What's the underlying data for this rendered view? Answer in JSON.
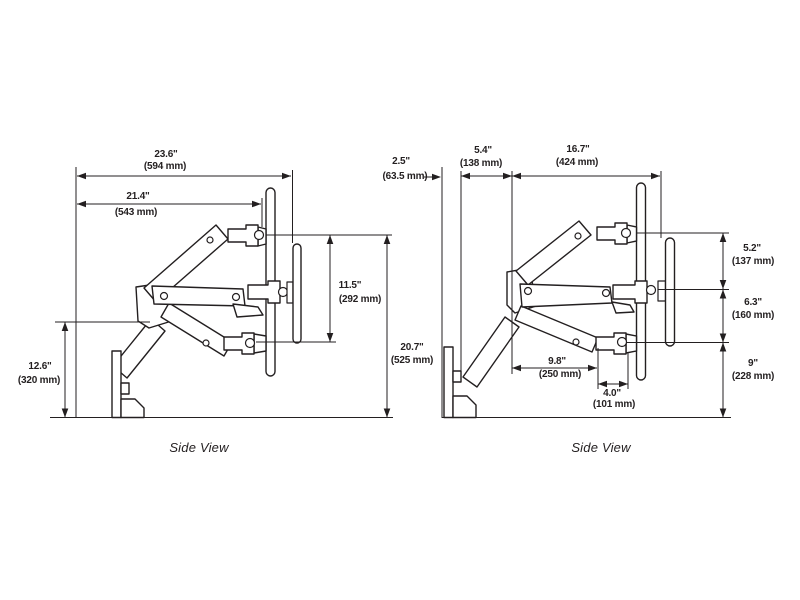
{
  "document": {
    "type": "dimension-drawing",
    "views": 2
  },
  "colors": {
    "ink": "#231f20",
    "background": "#ffffff"
  },
  "left": {
    "caption": "Side View",
    "dims": {
      "total_width": {
        "in": "23.6\"",
        "mm": "(594 mm)"
      },
      "arm_reach": {
        "in": "21.4\"",
        "mm": "(543 mm)"
      },
      "pivot_travel": {
        "in": "11.5\"",
        "mm": "(292 mm)"
      },
      "bracket_height": {
        "in": "12.6\"",
        "mm": "(320 mm)"
      },
      "overall_height": {
        "in": "20.7\"",
        "mm": "(525 mm)"
      }
    }
  },
  "right": {
    "caption": "Side View",
    "dims": {
      "wall_offset": {
        "in": "2.5\"",
        "mm": "(63.5 mm)"
      },
      "folded_depth": {
        "in": "5.4\"",
        "mm": "(138 mm)"
      },
      "extension": {
        "in": "16.7\"",
        "mm": "(424 mm)"
      },
      "upper_lift": {
        "in": "5.2\"",
        "mm": "(137 mm)"
      },
      "mid_lift": {
        "in": "6.3\"",
        "mm": "(160 mm)"
      },
      "lower_lift": {
        "in": "9\"",
        "mm": "(228 mm)"
      },
      "arm_span": {
        "in": "9.8\"",
        "mm": "(250 mm)"
      },
      "pivot_offset": {
        "in": "4.0\"",
        "mm": "(101 mm)"
      }
    }
  }
}
